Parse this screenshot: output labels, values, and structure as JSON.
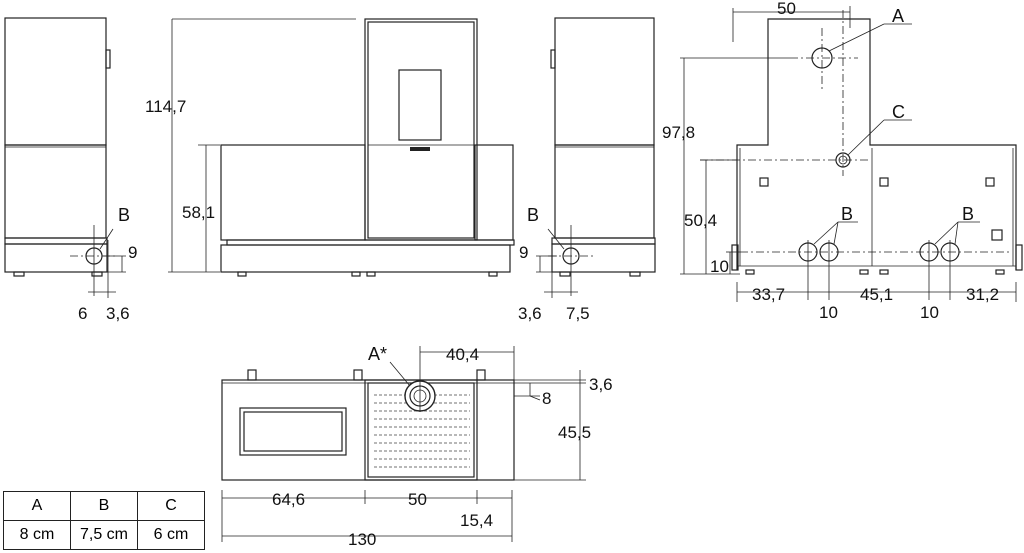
{
  "dimensions": {
    "total_height": "114,7",
    "base_height": "58,1",
    "left_b_height": "9",
    "left_b_offset": "6",
    "left_b_offset2": "3,6",
    "right_b_height": "9",
    "right_b_offset": "3,6",
    "right_b_offset2": "7,5",
    "rear_width_a": "50",
    "rear_height": "97,8",
    "rear_c_height": "50,4",
    "rear_b_height": "10",
    "rear_w1": "33,7",
    "rear_w2": "45,1",
    "rear_w3": "31,2",
    "rear_b_gap1": "10",
    "rear_b_gap2": "10",
    "top_a_offset": "40,4",
    "top_depth_1": "3,6",
    "top_depth_2": "8",
    "top_depth": "45,5",
    "top_w1": "64,6",
    "top_w2": "50",
    "top_w3": "15,4",
    "top_total": "130"
  },
  "labels": {
    "a": "A",
    "a_star": "A*",
    "b": "B",
    "c": "C"
  },
  "legend": {
    "headers": [
      "A",
      "B",
      "C"
    ],
    "values": [
      "8 cm",
      "7,5 cm",
      "6 cm"
    ]
  }
}
